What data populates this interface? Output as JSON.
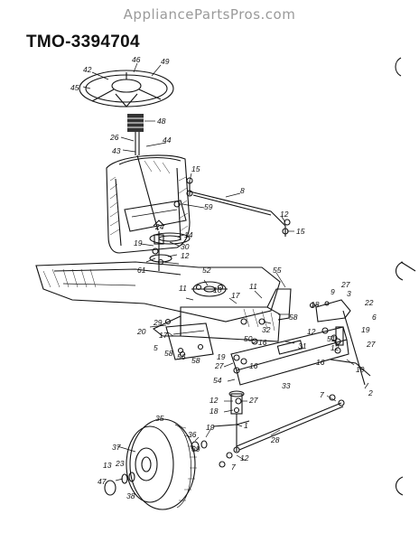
{
  "header": {
    "site": "AppliancePartsPros.com",
    "model": "TMO-3394704"
  },
  "labels": {
    "l46": "46",
    "l42": "42",
    "l49": "49",
    "l45": "45",
    "l48": "48",
    "l26": "26",
    "l44": "44",
    "l43": "43",
    "l15a": "15",
    "l8": "8",
    "l59": "59",
    "l12a": "12",
    "l15b": "15",
    "l24": "24",
    "l14": "14",
    "l19a": "19",
    "l30": "30",
    "l12b": "12",
    "l61": "61",
    "l52": "52",
    "l55": "55",
    "l11a": "11",
    "l10": "10",
    "l17a": "17",
    "l11b": "11",
    "l18a": "18",
    "l9": "9",
    "l27a": "27",
    "l3": "3",
    "l22": "22",
    "l6": "6",
    "l58a": "58",
    "l32": "32",
    "l29": "29",
    "l20": "20",
    "l17b": "17",
    "l5": "5",
    "l58b": "58",
    "l56": "56",
    "l58c": "58",
    "l50": "50",
    "l16a": "16",
    "l31": "31",
    "l12c": "12",
    "l51": "51",
    "l12d": "12",
    "l19b": "19",
    "l27b": "27",
    "l16b": "16",
    "l19c": "19",
    "l27c": "27",
    "l16c": "16",
    "l54": "54",
    "l33": "33",
    "l19d": "19",
    "l2": "2",
    "l12e": "12",
    "l27d": "27",
    "l18b": "18",
    "l7a": "7",
    "l35": "35",
    "l1": "1",
    "l19e": "19",
    "l36": "36",
    "l28": "28",
    "l37": "37",
    "l39": "39",
    "l12f": "12",
    "l13": "13",
    "l23": "23",
    "l47": "47",
    "l38": "38",
    "l7b": "7"
  }
}
